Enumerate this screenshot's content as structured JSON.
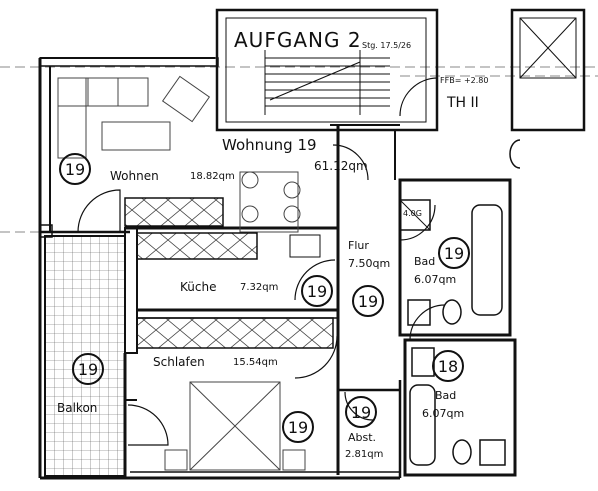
{
  "header": {
    "aufgang": "AUFGANG 2",
    "stair_note": "Stg. 17.5/26",
    "ffb": "FFB= +2.80",
    "level": "TH II"
  },
  "apartment": {
    "name": "Wohnung 19",
    "area": "61.12qm"
  },
  "rooms": {
    "wohnen": {
      "name": "Wohnen",
      "area": "18.82qm"
    },
    "flur": {
      "name": "Flur",
      "area": "7.50qm"
    },
    "kueche": {
      "name": "Küche",
      "area": "7.32qm"
    },
    "schlafen": {
      "name": "Schlafen",
      "area": "15.54qm"
    },
    "balkon": {
      "name": "Balkon"
    },
    "bad1": {
      "name": "Bad",
      "area": "6.07qm"
    },
    "bad2": {
      "name": "Bad",
      "area": "6.07qm"
    },
    "abst": {
      "name": "Abst.",
      "area": "2.81qm"
    },
    "shaft": "4.0G"
  },
  "markers": {
    "wohnen": "19",
    "bad1": "19",
    "kueche": "19",
    "flur": "19",
    "balkon": "19",
    "bad2": "18",
    "abst": "19",
    "schlafen": "19"
  }
}
